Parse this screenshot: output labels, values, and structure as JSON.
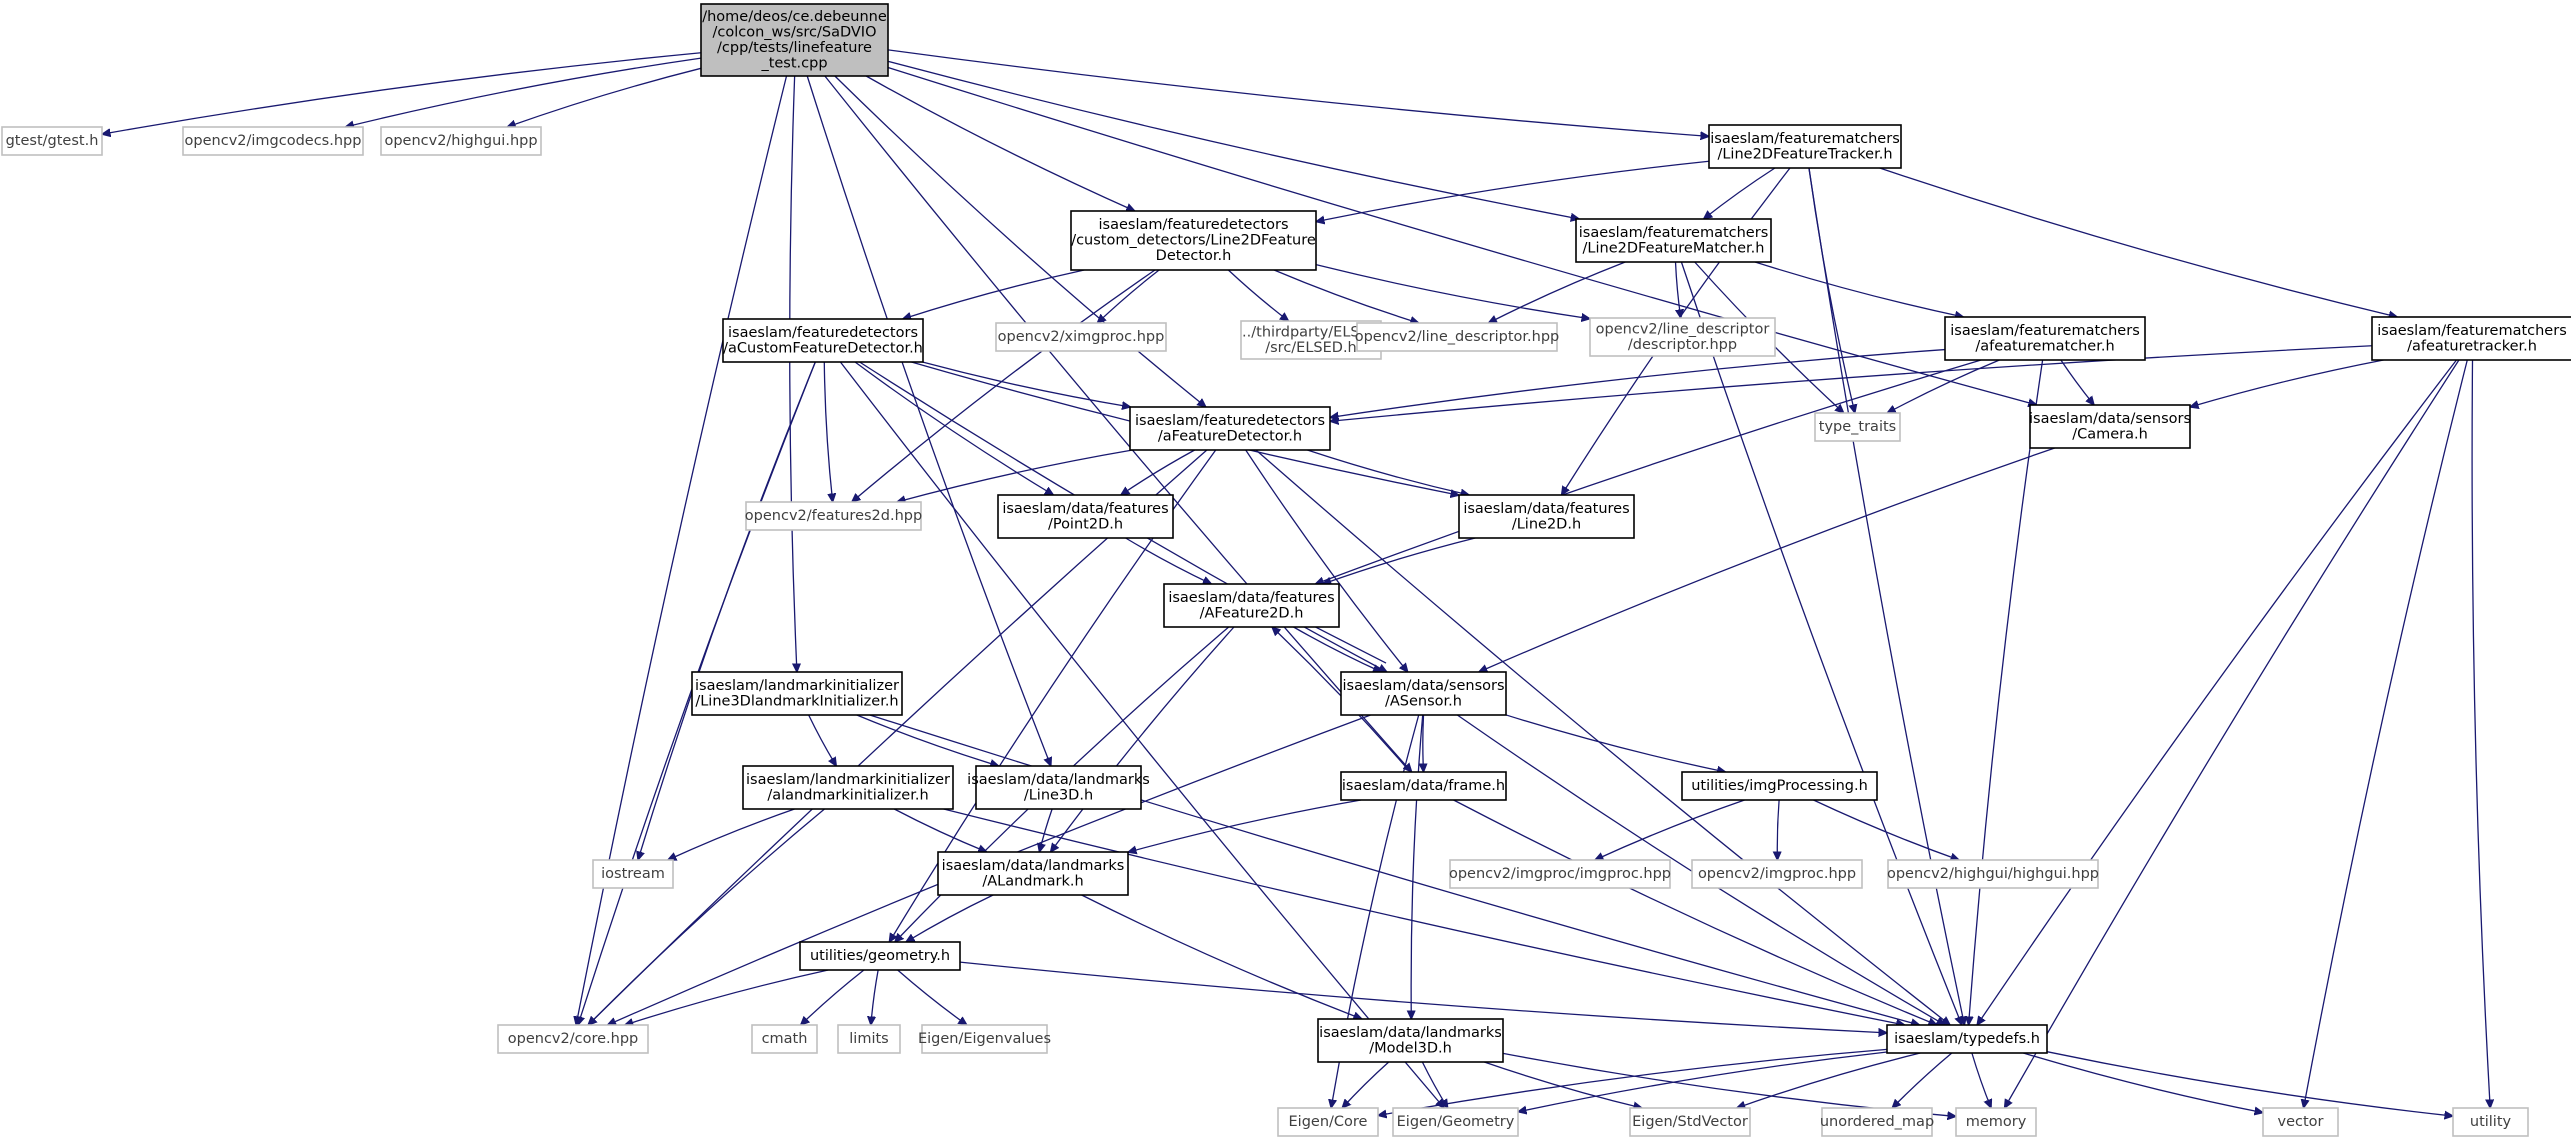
{
  "colors": {
    "edge": "#191970",
    "root_fill": "#bfbfbf",
    "external_border": "#bfbfbf",
    "primary_border": "#000000"
  },
  "nodes": {
    "root": {
      "lines": [
        "/home/deos/ce.debeunne",
        "/colcon_ws/src/SaDVIO",
        "/cpp/tests/linefeature",
        "_test.cpp"
      ],
      "kind": "root"
    },
    "gtest": {
      "lines": [
        "gtest/gtest.h"
      ],
      "kind": "external"
    },
    "imgcodecs": {
      "lines": [
        "opencv2/imgcodecs.hpp"
      ],
      "kind": "external"
    },
    "highgui": {
      "lines": [
        "opencv2/highgui.hpp"
      ],
      "kind": "external"
    },
    "tracker": {
      "lines": [
        "isaeslam/featurematchers",
        "/Line2DFeatureTracker.h"
      ],
      "kind": "primary"
    },
    "l2ddetector": {
      "lines": [
        "isaeslam/featuredetectors",
        "/custom_detectors/Line2DFeature",
        "Detector.h"
      ],
      "kind": "primary"
    },
    "l2dmatcher": {
      "lines": [
        "isaeslam/featurematchers",
        "/Line2DFeatureMatcher.h"
      ],
      "kind": "primary"
    },
    "acustom": {
      "lines": [
        "isaeslam/featuredetectors",
        "/aCustomFeatureDetector.h"
      ],
      "kind": "primary"
    },
    "ximgproc": {
      "lines": [
        "opencv2/ximgproc.hpp"
      ],
      "kind": "external"
    },
    "elsed": {
      "lines": [
        "../thirdparty/ELSED",
        "/src/ELSED.h"
      ],
      "kind": "external"
    },
    "linedesc": {
      "lines": [
        "opencv2/line_descriptor.hpp"
      ],
      "kind": "external"
    },
    "linedescdesc": {
      "lines": [
        "opencv2/line_descriptor",
        "/descriptor.hpp"
      ],
      "kind": "external"
    },
    "afmatcher": {
      "lines": [
        "isaeslam/featurematchers",
        "/afeaturematcher.h"
      ],
      "kind": "primary"
    },
    "aftracker": {
      "lines": [
        "isaeslam/featurematchers",
        "/afeaturetracker.h"
      ],
      "kind": "primary"
    },
    "afdetector": {
      "lines": [
        "isaeslam/featuredetectors",
        "/aFeatureDetector.h"
      ],
      "kind": "primary"
    },
    "typetraits": {
      "lines": [
        "type_traits"
      ],
      "kind": "external"
    },
    "camera": {
      "lines": [
        "isaeslam/data/sensors",
        "/Camera.h"
      ],
      "kind": "primary"
    },
    "features2d": {
      "lines": [
        "opencv2/features2d.hpp"
      ],
      "kind": "external"
    },
    "point2d": {
      "lines": [
        "isaeslam/data/features",
        "/Point2D.h"
      ],
      "kind": "primary"
    },
    "line2d": {
      "lines": [
        "isaeslam/data/features",
        "/Line2D.h"
      ],
      "kind": "primary"
    },
    "afeature2d": {
      "lines": [
        "isaeslam/data/features",
        "/AFeature2D.h"
      ],
      "kind": "primary"
    },
    "l3dinit": {
      "lines": [
        "isaeslam/landmarkinitializer",
        "/Line3DlandmarkInitializer.h"
      ],
      "kind": "primary"
    },
    "asensor": {
      "lines": [
        "isaeslam/data/sensors",
        "/ASensor.h"
      ],
      "kind": "primary"
    },
    "alminit": {
      "lines": [
        "isaeslam/landmarkinitializer",
        "/alandmarkinitializer.h"
      ],
      "kind": "primary"
    },
    "line3d": {
      "lines": [
        "isaeslam/data/landmarks",
        "/Line3D.h"
      ],
      "kind": "primary"
    },
    "frame": {
      "lines": [
        "isaeslam/data/frame.h"
      ],
      "kind": "primary"
    },
    "imgprocessing": {
      "lines": [
        "utilities/imgProcessing.h"
      ],
      "kind": "primary"
    },
    "iostream": {
      "lines": [
        "iostream"
      ],
      "kind": "external"
    },
    "alandmark": {
      "lines": [
        "isaeslam/data/landmarks",
        "/ALandmark.h"
      ],
      "kind": "primary"
    },
    "imgprocimgproc": {
      "lines": [
        "opencv2/imgproc/imgproc.hpp"
      ],
      "kind": "external"
    },
    "imgproc": {
      "lines": [
        "opencv2/imgproc.hpp"
      ],
      "kind": "external"
    },
    "highguihighgui": {
      "lines": [
        "opencv2/highgui/highgui.hpp"
      ],
      "kind": "external"
    },
    "geometry": {
      "lines": [
        "utilities/geometry.h"
      ],
      "kind": "primary"
    },
    "core": {
      "lines": [
        "opencv2/core.hpp"
      ],
      "kind": "external"
    },
    "cmath": {
      "lines": [
        "cmath"
      ],
      "kind": "external"
    },
    "limits": {
      "lines": [
        "limits"
      ],
      "kind": "external"
    },
    "eigenvalues": {
      "lines": [
        "Eigen/Eigenvalues"
      ],
      "kind": "external"
    },
    "model3d": {
      "lines": [
        "isaeslam/data/landmarks",
        "/Model3D.h"
      ],
      "kind": "primary"
    },
    "typedefs": {
      "lines": [
        "isaeslam/typedefs.h"
      ],
      "kind": "primary"
    },
    "eigencore": {
      "lines": [
        "Eigen/Core"
      ],
      "kind": "external"
    },
    "eigengeometry": {
      "lines": [
        "Eigen/Geometry"
      ],
      "kind": "external"
    },
    "stdvector": {
      "lines": [
        "Eigen/StdVector"
      ],
      "kind": "external"
    },
    "unorderedmap": {
      "lines": [
        "unordered_map"
      ],
      "kind": "external"
    },
    "memory": {
      "lines": [
        "memory"
      ],
      "kind": "external"
    },
    "vector": {
      "lines": [
        "vector"
      ],
      "kind": "external"
    },
    "utility": {
      "lines": [
        "utility"
      ],
      "kind": "external"
    }
  },
  "edges": [
    [
      "root",
      "gtest"
    ],
    [
      "root",
      "imgcodecs"
    ],
    [
      "root",
      "highgui"
    ],
    [
      "root",
      "tracker"
    ],
    [
      "root",
      "l2ddetector"
    ],
    [
      "root",
      "l2dmatcher"
    ],
    [
      "root",
      "core"
    ],
    [
      "root",
      "l3dinit"
    ],
    [
      "root",
      "line3d"
    ],
    [
      "root",
      "afdetector"
    ],
    [
      "root",
      "camera"
    ],
    [
      "root",
      "frame"
    ],
    [
      "tracker",
      "l2ddetector"
    ],
    [
      "tracker",
      "l2dmatcher"
    ],
    [
      "tracker",
      "aftracker"
    ],
    [
      "tracker",
      "typetraits"
    ],
    [
      "tracker",
      "line2d"
    ],
    [
      "tracker",
      "typedefs"
    ],
    [
      "l2ddetector",
      "acustom"
    ],
    [
      "l2ddetector",
      "ximgproc"
    ],
    [
      "l2ddetector",
      "elsed"
    ],
    [
      "l2ddetector",
      "linedesc"
    ],
    [
      "l2ddetector",
      "linedescdesc"
    ],
    [
      "l2ddetector",
      "features2d"
    ],
    [
      "l2dmatcher",
      "linedesc"
    ],
    [
      "l2dmatcher",
      "linedescdesc"
    ],
    [
      "l2dmatcher",
      "afmatcher"
    ],
    [
      "l2dmatcher",
      "typetraits"
    ],
    [
      "l2dmatcher",
      "typedefs"
    ],
    [
      "acustom",
      "afdetector"
    ],
    [
      "acustom",
      "features2d"
    ],
    [
      "acustom",
      "point2d"
    ],
    [
      "acustom",
      "iostream"
    ],
    [
      "acustom",
      "core"
    ],
    [
      "acustom",
      "asensor"
    ],
    [
      "acustom",
      "line2d"
    ],
    [
      "acustom",
      "eigengeometry"
    ],
    [
      "afmatcher",
      "afdetector"
    ],
    [
      "afmatcher",
      "typetraits"
    ],
    [
      "afmatcher",
      "camera"
    ],
    [
      "afmatcher",
      "afeature2d"
    ],
    [
      "afmatcher",
      "typedefs"
    ],
    [
      "aftracker",
      "afdetector"
    ],
    [
      "aftracker",
      "camera"
    ],
    [
      "aftracker",
      "typedefs"
    ],
    [
      "aftracker",
      "memory"
    ],
    [
      "aftracker",
      "vector"
    ],
    [
      "aftracker",
      "utility"
    ],
    [
      "afdetector",
      "features2d"
    ],
    [
      "afdetector",
      "point2d"
    ],
    [
      "afdetector",
      "line2d"
    ],
    [
      "afdetector",
      "asensor"
    ],
    [
      "afdetector",
      "typedefs"
    ],
    [
      "afdetector",
      "core"
    ],
    [
      "afdetector",
      "geometry"
    ],
    [
      "camera",
      "asensor"
    ],
    [
      "point2d",
      "afeature2d"
    ],
    [
      "line2d",
      "afeature2d"
    ],
    [
      "afeature2d",
      "asensor"
    ],
    [
      "afeature2d",
      "geometry"
    ],
    [
      "afeature2d",
      "alandmark"
    ],
    [
      "asensor",
      "afeature2d"
    ],
    [
      "asensor",
      "frame"
    ],
    [
      "asensor",
      "imgprocessing"
    ],
    [
      "asensor",
      "core"
    ],
    [
      "asensor",
      "typedefs"
    ],
    [
      "asensor",
      "eigencore"
    ],
    [
      "asensor",
      "model3d"
    ],
    [
      "l3dinit",
      "alminit"
    ],
    [
      "l3dinit",
      "line3d"
    ],
    [
      "l3dinit",
      "typedefs"
    ],
    [
      "alminit",
      "iostream"
    ],
    [
      "alminit",
      "alandmark"
    ],
    [
      "alminit",
      "core"
    ],
    [
      "alminit",
      "typedefs"
    ],
    [
      "line3d",
      "alandmark"
    ],
    [
      "frame",
      "afeature2d"
    ],
    [
      "frame",
      "alandmark"
    ],
    [
      "frame",
      "typedefs"
    ],
    [
      "imgprocessing",
      "imgprocimgproc"
    ],
    [
      "imgprocessing",
      "imgproc"
    ],
    [
      "imgprocessing",
      "highguihighgui"
    ],
    [
      "alandmark",
      "geometry"
    ],
    [
      "alandmark",
      "model3d"
    ],
    [
      "geometry",
      "core"
    ],
    [
      "geometry",
      "cmath"
    ],
    [
      "geometry",
      "limits"
    ],
    [
      "geometry",
      "eigenvalues"
    ],
    [
      "geometry",
      "typedefs"
    ],
    [
      "model3d",
      "eigencore"
    ],
    [
      "model3d",
      "eigengeometry"
    ],
    [
      "model3d",
      "stdvector"
    ],
    [
      "model3d",
      "memory"
    ],
    [
      "typedefs",
      "eigencore"
    ],
    [
      "typedefs",
      "eigengeometry"
    ],
    [
      "typedefs",
      "stdvector"
    ],
    [
      "typedefs",
      "unorderedmap"
    ],
    [
      "typedefs",
      "memory"
    ],
    [
      "typedefs",
      "vector"
    ],
    [
      "typedefs",
      "utility"
    ]
  ]
}
